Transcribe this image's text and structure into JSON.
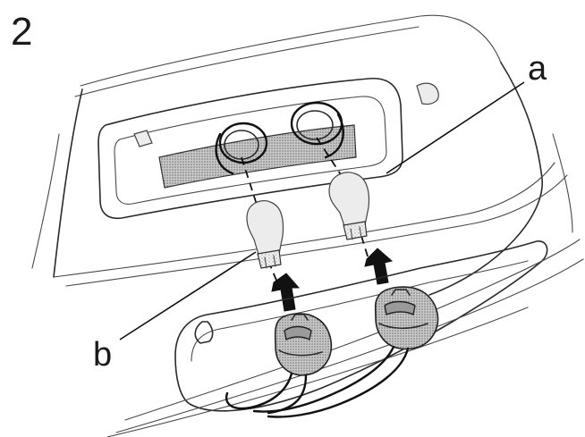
{
  "step": "2",
  "callouts": {
    "a": "a",
    "b": "b"
  },
  "icons": {
    "bulb_a": "wedge-bulb-icon",
    "bulb_b": "wedge-bulb-icon",
    "socket_left": "bulb-socket-icon",
    "socket_right": "bulb-socket-icon",
    "push_arrow": "up-arrow-icon"
  }
}
